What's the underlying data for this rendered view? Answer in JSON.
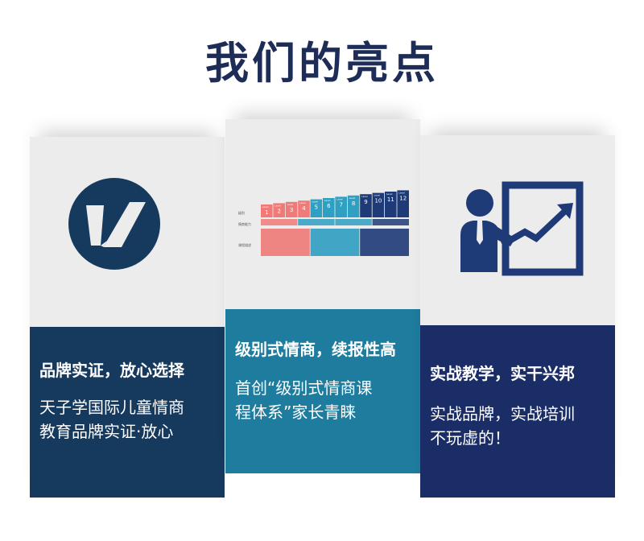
{
  "page_title": "我们的亮点",
  "cards": [
    {
      "heading": "品牌实证，放心选择",
      "body_line1": "天子学国际儿童情商",
      "body_line2": "教育品牌实证·放心",
      "icon": "v-logo-icon"
    },
    {
      "heading": "级别式情商，续报性高",
      "body_line1": "首创“级别式情商课",
      "body_line2": "程体系”家长青睐",
      "icon": "level-chart-icon",
      "mini_chart": {
        "row_labels": [
          "级别",
          "情商能力",
          "课程描述"
        ],
        "levels": [
          "1",
          "2",
          "3",
          "4",
          "5",
          "6",
          "7",
          "8",
          "9",
          "10",
          "11",
          "12"
        ],
        "tag": "Level"
      }
    },
    {
      "heading": "实战教学，实干兴邦",
      "body_line1": "实战品牌，实战培训",
      "body_line2": "不玩虚的！",
      "icon": "teacher-chart-icon"
    }
  ],
  "colors": {
    "title": "#1d2d57",
    "panel1": "#163a5e",
    "panel2": "#1e7c9e",
    "panel3": "#1b2d67",
    "salmon": "#f07a78",
    "teal": "#2f9fc2",
    "navy": "#1e3b78"
  }
}
